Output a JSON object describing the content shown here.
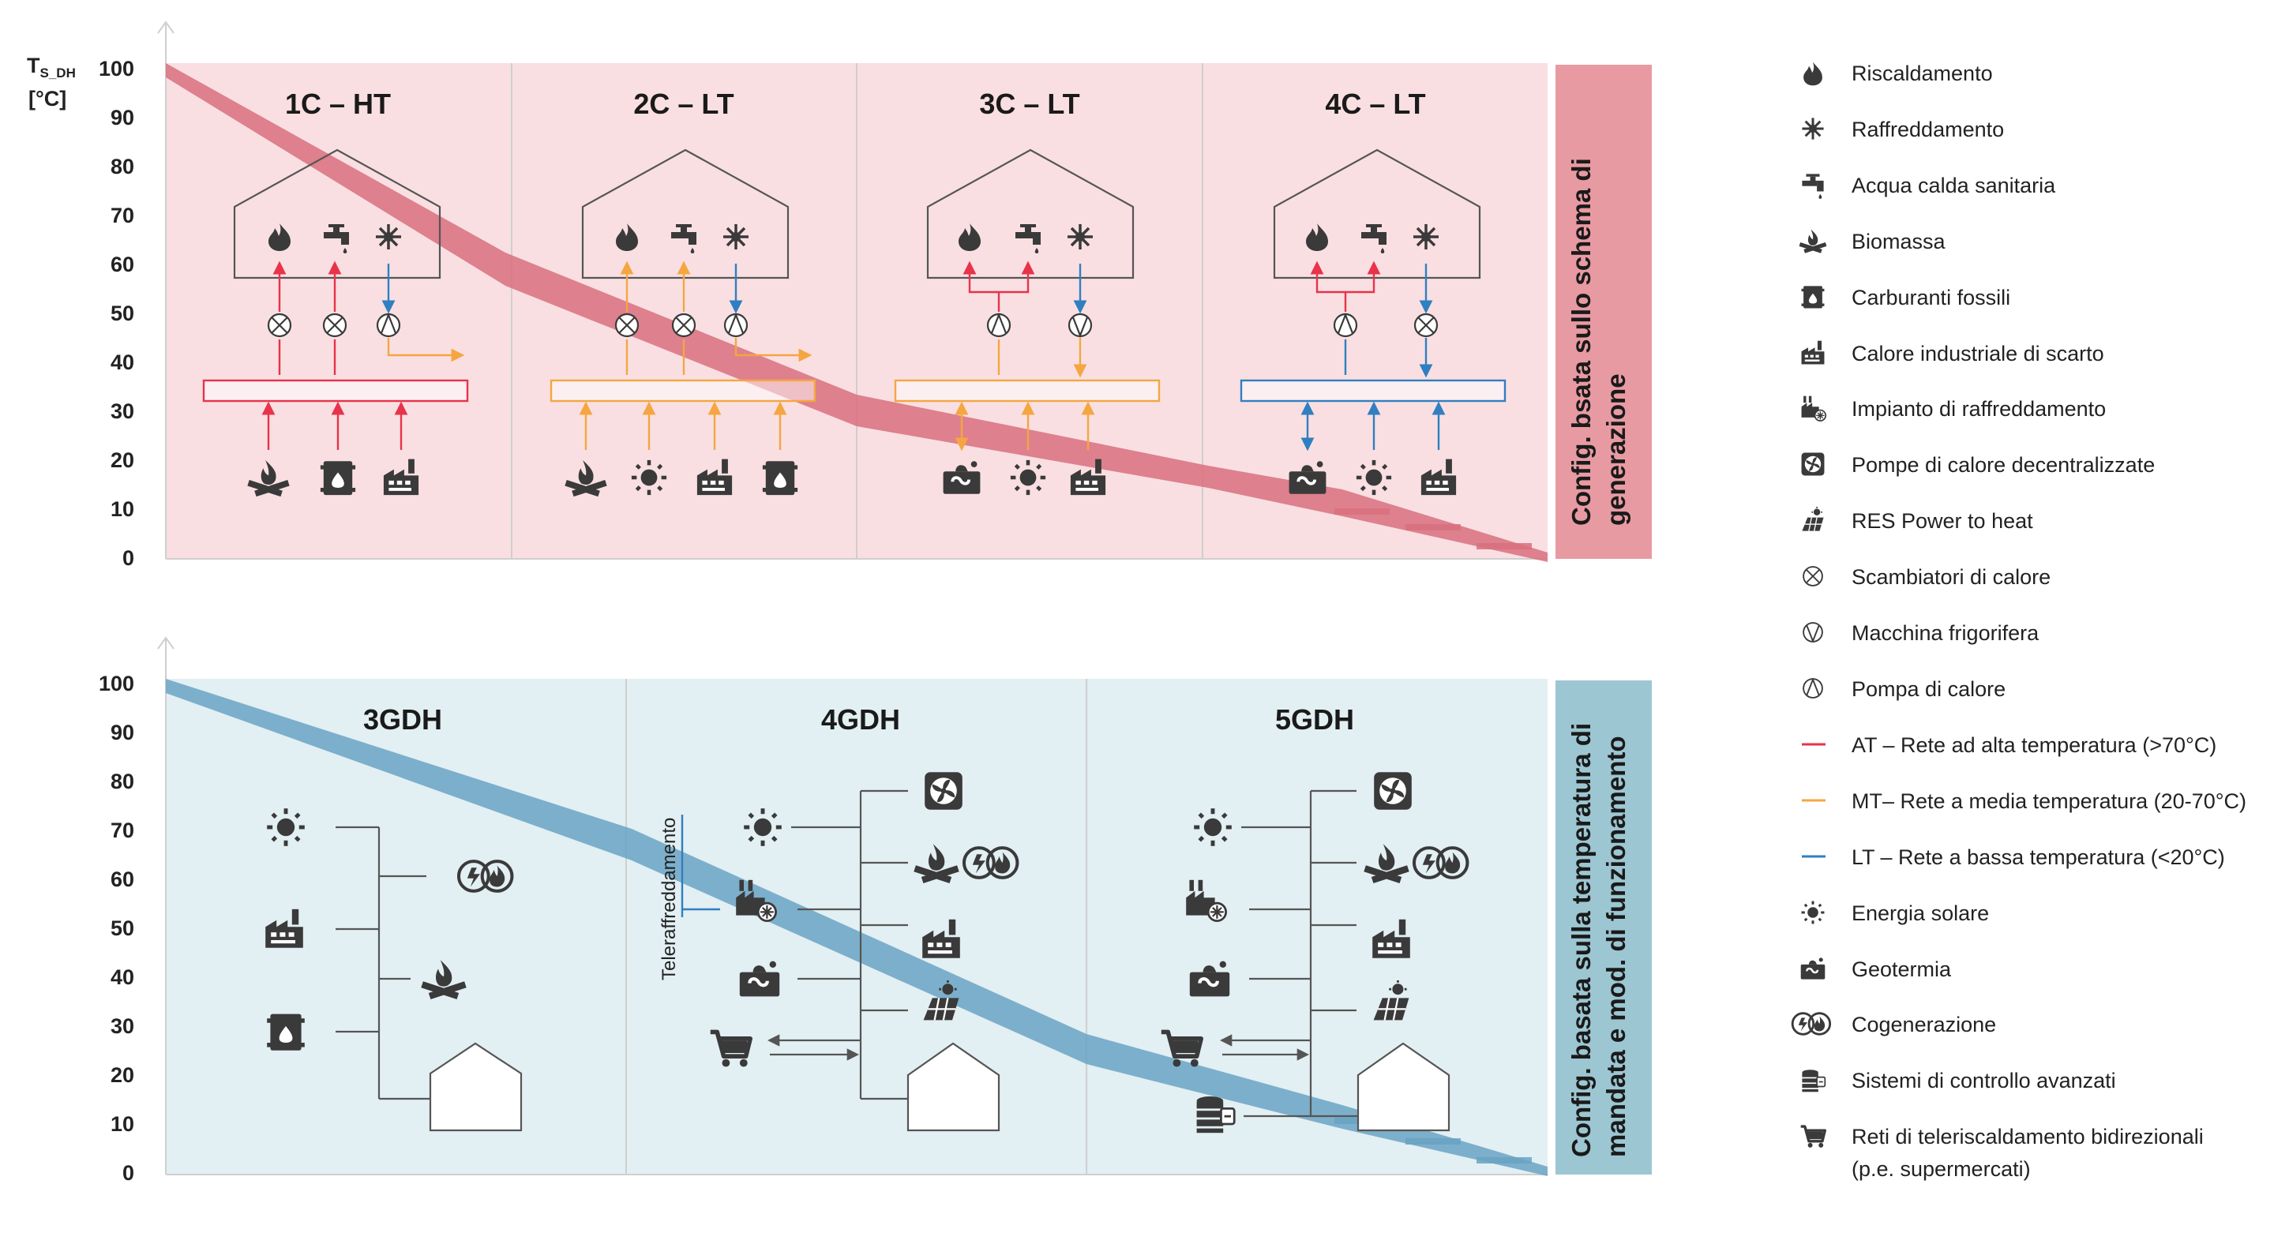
{
  "top_panel": {
    "unit_symbol": "T",
    "unit_subscript": "S_DH",
    "unit_label": "[°C]",
    "y_ticks": [
      "100",
      "90",
      "80",
      "70",
      "60",
      "50",
      "40",
      "30",
      "20",
      "10",
      "0"
    ],
    "columns": [
      "1C – HT",
      "2C – LT",
      "3C – LT",
      "4C – LT"
    ],
    "side_label_line1": "Config. bsata sullo schema di",
    "side_label_line2": "generazione",
    "band_color": "#d9707e",
    "background_color": "#f9dfe2"
  },
  "bottom_panel": {
    "y_ticks": [
      "100",
      "90",
      "80",
      "70",
      "60",
      "50",
      "40",
      "30",
      "20",
      "10",
      "0"
    ],
    "columns": [
      "3GDH",
      "4GDH",
      "5GDH"
    ],
    "side_label_line1": "Config. basata sulla temperatura di",
    "side_label_line2": "mandata e mod. di funzionamento",
    "teleraffreddamento": "Teleraffreddamento",
    "band_color": "#6aa3c3",
    "background_color": "#e2eff3"
  },
  "colors": {
    "high_temp": "#e8334a",
    "mid_temp": "#f5a640",
    "low_temp": "#2f7fc1",
    "side_top": "#e89aa2",
    "side_bottom": "#9cc6d2"
  },
  "legend": [
    {
      "icon": "flame-icon",
      "label": "Riscaldamento"
    },
    {
      "icon": "snowflake-icon",
      "label": "Raffreddamento"
    },
    {
      "icon": "tap-icon",
      "label": "Acqua calda sanitaria"
    },
    {
      "icon": "biomass-icon",
      "label": "Biomassa"
    },
    {
      "icon": "fuel-barrel-icon",
      "label": "Carburanti fossili"
    },
    {
      "icon": "factory-icon",
      "label": "Calore industriale di scarto"
    },
    {
      "icon": "cooling-plant-icon",
      "label": "Impianto di raffreddamento"
    },
    {
      "icon": "fan-unit-icon",
      "label": "Pompe di calore decentralizzate"
    },
    {
      "icon": "solar-panel-icon",
      "label": "RES Power to heat"
    },
    {
      "icon": "heat-exchanger-icon",
      "label": "Scambiatori di calore"
    },
    {
      "icon": "chiller-icon",
      "label": "Macchina frigorifera"
    },
    {
      "icon": "heat-pump-icon",
      "label": "Pompa di calore"
    },
    {
      "icon": "red-line-icon",
      "label": "AT – Rete ad alta temperatura (>70°C)"
    },
    {
      "icon": "orange-line-icon",
      "label": "MT– Rete a media temperatura (20-70°C)"
    },
    {
      "icon": "blue-line-icon",
      "label": "LT – Rete a bassa temperatura (<20°C)"
    },
    {
      "icon": "sun-icon",
      "label": "Energia solare"
    },
    {
      "icon": "geothermal-icon",
      "label": "Geotermia"
    },
    {
      "icon": "cogeneration-icon",
      "label": "Cogenerazione"
    },
    {
      "icon": "control-system-icon",
      "label": "Sistemi di controllo avanzati"
    },
    {
      "icon": "cart-icon",
      "label": "Reti di teleriscaldamento bidirezionali"
    }
  ],
  "legend_last_line2": "(p.e. supermercati)"
}
